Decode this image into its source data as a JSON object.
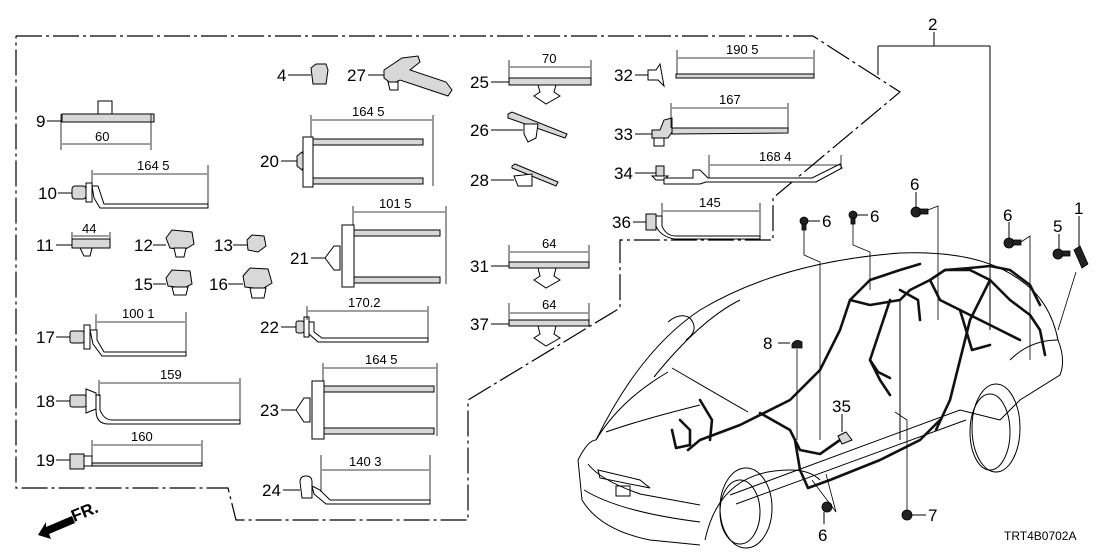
{
  "diagram": {
    "title_code": "TRT4B0702A",
    "direction_indicator": "FR.",
    "group_callout": "2",
    "parts": [
      {
        "ref": "1"
      },
      {
        "ref": "4"
      },
      {
        "ref": "5"
      },
      {
        "ref": "6"
      },
      {
        "ref": "7"
      },
      {
        "ref": "8"
      },
      {
        "ref": "9",
        "dimension": "60"
      },
      {
        "ref": "10",
        "dimension": "164 5"
      },
      {
        "ref": "11",
        "dimension": "44"
      },
      {
        "ref": "12"
      },
      {
        "ref": "13"
      },
      {
        "ref": "15"
      },
      {
        "ref": "16"
      },
      {
        "ref": "17",
        "dimension": "100 1"
      },
      {
        "ref": "18",
        "dimension": "159"
      },
      {
        "ref": "19",
        "dimension": "160"
      },
      {
        "ref": "20",
        "dimension": "164 5"
      },
      {
        "ref": "21",
        "dimension": "101 5"
      },
      {
        "ref": "22",
        "dimension": "170.2"
      },
      {
        "ref": "23",
        "dimension": "164 5"
      },
      {
        "ref": "24",
        "dimension": "140 3"
      },
      {
        "ref": "25",
        "dimension": "70"
      },
      {
        "ref": "26"
      },
      {
        "ref": "27"
      },
      {
        "ref": "28"
      },
      {
        "ref": "31",
        "dimension": "64"
      },
      {
        "ref": "32",
        "dimension": "190 5"
      },
      {
        "ref": "33",
        "dimension": "167"
      },
      {
        "ref": "34",
        "dimension": "168 4"
      },
      {
        "ref": "35"
      },
      {
        "ref": "36",
        "dimension": "145"
      },
      {
        "ref": "37",
        "dimension": "64"
      }
    ],
    "bolt_callouts": {
      "bolt_a": "6",
      "bolt_b": "6",
      "bolt_c": "6",
      "bolt_d": "6",
      "bolt_e": "6"
    }
  }
}
